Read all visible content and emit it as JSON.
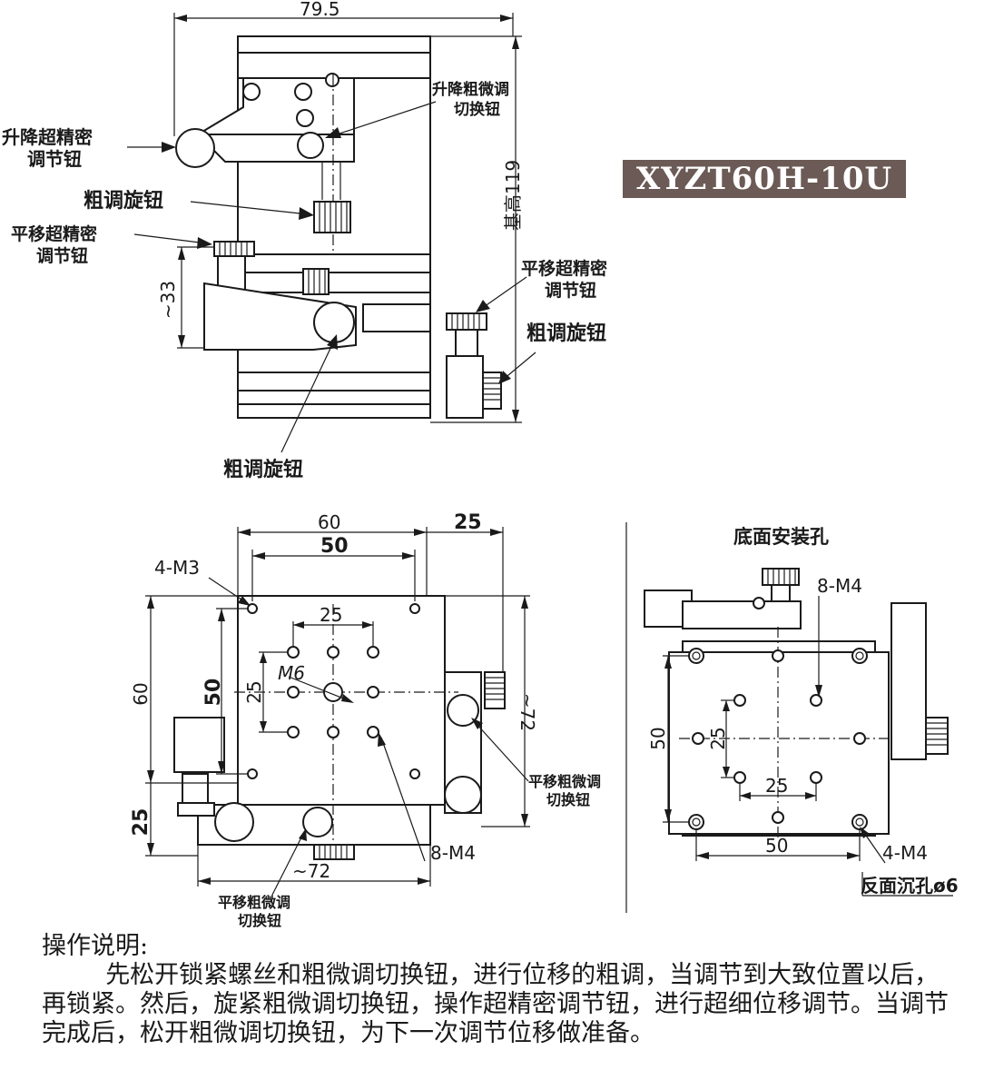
{
  "model": "XYZT60H-10U",
  "front_view": {
    "width_dim": "79.5",
    "height_dim": "基高119",
    "travel_dim": "~33",
    "labels": {
      "z_fine_knob": "升降超精密\n调节钮",
      "z_switch": "升降粗微调\n切换钮",
      "coarse_knob_1": "粗调旋钮",
      "x_fine_knob_left": "平移超精密\n调节钮",
      "x_fine_knob_right": "平移超精密\n调节钮",
      "coarse_knob_2": "粗调旋钮",
      "coarse_knob_3": "粗调旋钮"
    }
  },
  "top_view": {
    "dims": {
      "width_60": "60",
      "width_50": "50",
      "offset_25": "25",
      "holes_25_h": "25",
      "holes_25_v": "25",
      "height_60": "60",
      "height_50": "50",
      "bottom_25": "25",
      "travel_72_right": "~72",
      "travel_72_bottom": "~72"
    },
    "labels": {
      "m3": "4-M3",
      "m6": "M6",
      "m4": "8-M4",
      "right_switch": "平移粗微调\n切换钮",
      "bottom_switch": "平移粗微调\n切换钮"
    }
  },
  "bottom_view": {
    "title": "底面安装孔",
    "dims": {
      "holes_25_v": "25",
      "holes_25_h": "25",
      "height_50": "50",
      "width_50": "50"
    },
    "labels": {
      "m4_8": "8-M4",
      "m4_4": "4-M4",
      "counterbore": "反面沉孔ø6"
    }
  },
  "instructions": {
    "title": "操作说明:",
    "body": "先松开锁紧螺丝和粗微调切换钮，进行位移的粗调，当调节到大致位置以后，再锁紧。然后，旋紧粗微调切换钮，操作超精密调节钮，进行超细位移调节。当调节完成后，松开粗微调切换钮，为下一次调节位移做准备。"
  }
}
